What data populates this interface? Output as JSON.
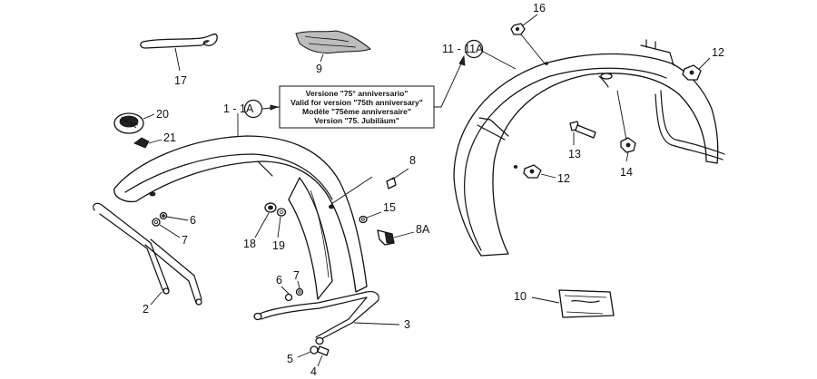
{
  "callout_labels": {
    "c17": "17",
    "c9": "9",
    "c16": "16",
    "c11_11A": "11 - 11A",
    "c12a": "12",
    "c1_1A": "1 - 1A",
    "c20": "20",
    "c21": "21",
    "c13": "13",
    "c14": "14",
    "c12b": "12",
    "c8": "8",
    "c6a": "6",
    "c7a": "7",
    "c15": "15",
    "c8A": "8A",
    "c18": "18",
    "c19": "19",
    "c6b": "6",
    "c7b": "7",
    "c2": "2",
    "c3": "3",
    "c10": "10",
    "c5": "5",
    "c4": "4"
  },
  "version_note": {
    "line1": "Versione \"75° anniversario\"",
    "line2": "Valid for version \"75th anniversary\"",
    "line3": "Modèle \"75ème anniversaire\"",
    "line4": "Version \"75. Jubiläum\""
  }
}
